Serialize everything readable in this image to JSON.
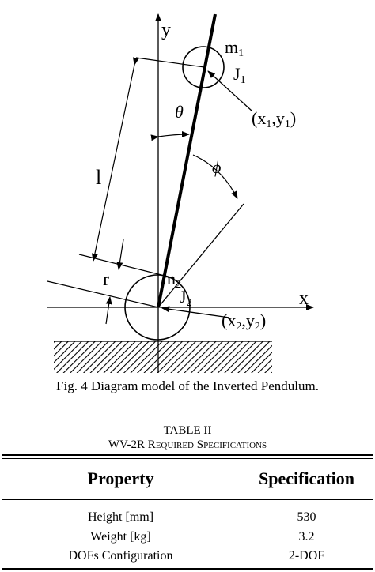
{
  "figure": {
    "labels": {
      "y_axis": "y",
      "x_axis": "x",
      "m1": "m",
      "m1_sub": "1",
      "j1": "J",
      "j1_sub": "1",
      "theta": "θ",
      "phi": "ϕ",
      "p1": "(x",
      "p1_sub_x": "1",
      "p1_mid": ",y",
      "p1_sub_y": "1",
      "p1_end": ")",
      "length": "l",
      "radius": "r",
      "m2": "m",
      "m2_sub": "2",
      "j2": "J",
      "j2_sub": "2",
      "p2": "(x",
      "p2_sub_x": "2",
      "p2_mid": ",y",
      "p2_sub_y": "2",
      "p2_end": ")"
    },
    "caption": "Fig. 4 Diagram model of the Inverted Pendulum."
  },
  "table": {
    "label": "TABLE II",
    "title": "WV-2R Required Specifications",
    "headers": [
      "Property",
      "Specification"
    ],
    "rows": [
      [
        "Height [mm]",
        "530"
      ],
      [
        "Weight [kg]",
        "3.2"
      ],
      [
        "DOFs Configuration",
        "2-DOF"
      ]
    ]
  }
}
